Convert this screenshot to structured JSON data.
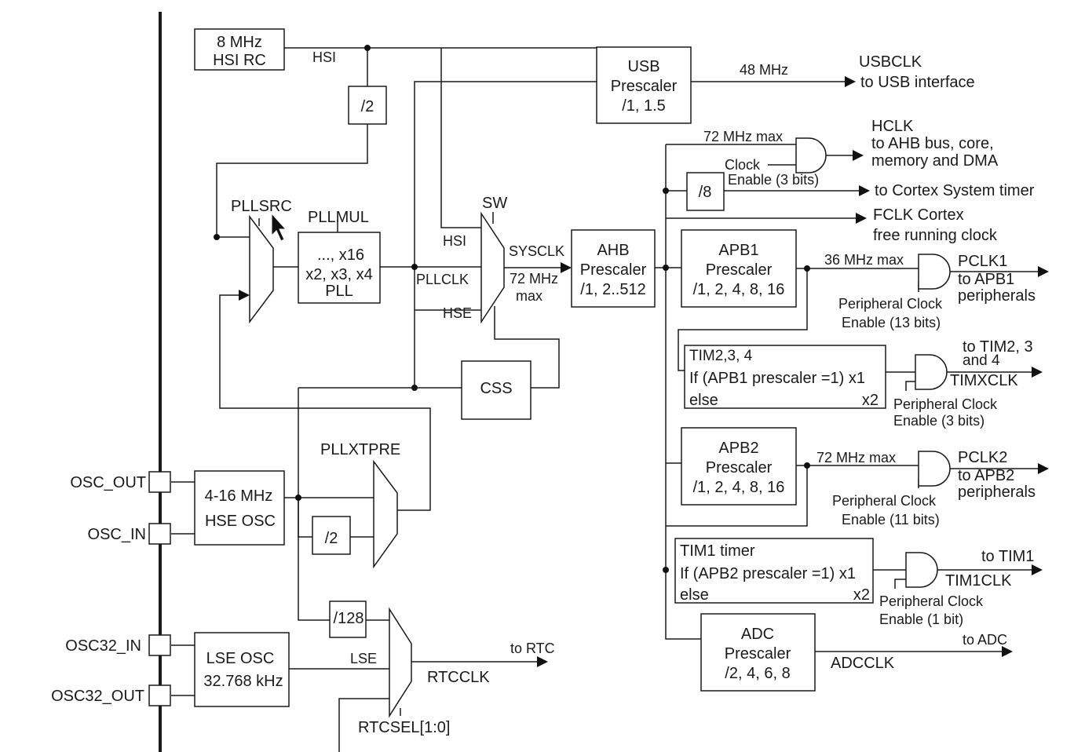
{
  "hsi": {
    "line1": "8 MHz",
    "line2": "HSI RC",
    "signal": "HSI"
  },
  "div2_hsi": "/2",
  "usb": {
    "line1": "USB",
    "line2": "Prescaler",
    "line3": "/1, 1.5",
    "freq": "48 MHz",
    "out1": "USBCLK",
    "out2": "to USB interface"
  },
  "hclk": {
    "line1": "HCLK",
    "line2": "to AHB bus, core,",
    "line3": "memory and DMA",
    "max": "72 MHz max",
    "ce1": "Clock",
    "ce2": "Enable (3 bits)"
  },
  "div8": "/8",
  "cortex_timer": "to Cortex System timer",
  "fclk": {
    "line1": "FCLK Cortex",
    "line2": "free running clock"
  },
  "pll": {
    "src": "PLLSRC",
    "mul": "PLLMUL",
    "line1": "..., x16",
    "line2": "x2, x3, x4",
    "line3": "PLL"
  },
  "sw": {
    "label": "SW",
    "hsi": "HSI",
    "pllclk": "PLLCLK",
    "hse": "HSE",
    "sysclk": "SYSCLK",
    "max1": "72 MHz",
    "max2": "max"
  },
  "ahb": {
    "line1": "AHB",
    "line2": "Prescaler",
    "line3": "/1, 2..512"
  },
  "apb1": {
    "line1": "APB1",
    "line2": "Prescaler",
    "line3": "/1, 2, 4, 8, 16",
    "max": "36 MHz max",
    "out1": "PCLK1",
    "out2": "to APB1",
    "out3": "peripherals",
    "pce1": "Peripheral Clock",
    "pce2": "Enable (13 bits)"
  },
  "tim234": {
    "line1": "TIM2,3, 4",
    "line2": "If (APB1 prescaler =1) x1",
    "line3": "else",
    "x2": "x2",
    "out1": "to TIM2, 3",
    "out2": "and 4",
    "out3": "TIMXCLK",
    "pce1": "Peripheral Clock",
    "pce2": "Enable (3 bits)"
  },
  "css": "CSS",
  "pllxtpre": "PLLXTPRE",
  "apb2": {
    "line1": "APB2",
    "line2": "Prescaler",
    "line3": "/1, 2, 4, 8, 16",
    "max": "72 MHz max",
    "out1": "PCLK2",
    "out2": "to APB2",
    "out3": "peripherals",
    "pce1": "Peripheral Clock",
    "pce2": "Enable (11 bits)"
  },
  "osc": {
    "out": "OSC_OUT",
    "in": "OSC_IN",
    "in32": "OSC32_IN",
    "out32": "OSC32_OUT"
  },
  "hse": {
    "line1": "4-16 MHz",
    "line2": "HSE OSC"
  },
  "div2_hse": "/2",
  "tim1": {
    "line1": "TIM1 timer",
    "line2": "If (APB2 prescaler =1) x1",
    "line3": "else",
    "x2": "x2",
    "out1": "to TIM1",
    "out2": "TIM1CLK",
    "pce1": "Peripheral Clock",
    "pce2": "Enable (1 bit)"
  },
  "div128": "/128",
  "lse": {
    "line1": "LSE OSC",
    "line2": "32.768 kHz",
    "signal": "LSE"
  },
  "rtc": {
    "to": "to RTC",
    "clk": "RTCCLK",
    "sel": "RTCSEL[1:0]"
  },
  "adc": {
    "line1": "ADC",
    "line2": "Prescaler",
    "line3": "/2, 4, 6, 8",
    "to": "to ADC",
    "clk": "ADCCLK"
  },
  "colors": {
    "ink": "#1a1a1a",
    "background": "#ffffff"
  }
}
